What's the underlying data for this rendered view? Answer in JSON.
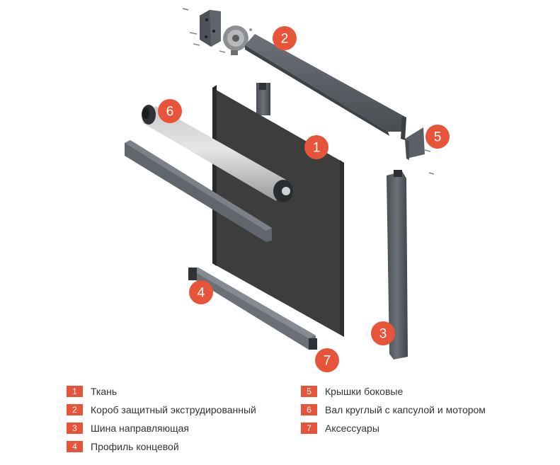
{
  "accent_color": "#e8543a",
  "callouts": [
    {
      "num": "1",
      "part": "fabric"
    },
    {
      "num": "2",
      "part": "cassette-box"
    },
    {
      "num": "3",
      "part": "guide-rail"
    },
    {
      "num": "4",
      "part": "bottom-profile"
    },
    {
      "num": "5",
      "part": "side-covers"
    },
    {
      "num": "6",
      "part": "roller-tube-motor"
    },
    {
      "num": "7",
      "part": "accessories"
    }
  ],
  "legend": [
    {
      "num": "1",
      "label": "Ткань"
    },
    {
      "num": "2",
      "label": "Короб защитный экструдированный"
    },
    {
      "num": "3",
      "label": "Шина направляющая"
    },
    {
      "num": "4",
      "label": "Профиль концевой"
    },
    {
      "num": "5",
      "label": "Крышки боковые"
    },
    {
      "num": "6",
      "label": "Вал круглый с капсулой и мотором"
    },
    {
      "num": "7",
      "label": "Аксессуары"
    }
  ]
}
